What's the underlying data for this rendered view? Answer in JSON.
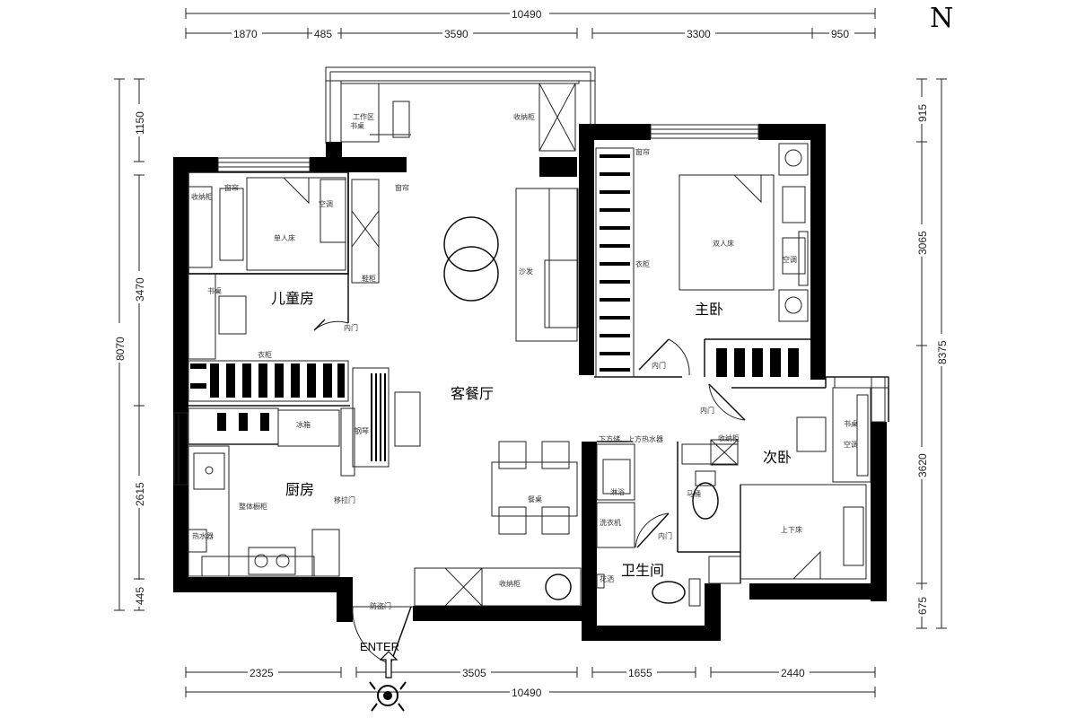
{
  "north": "N",
  "dimensions": {
    "top_total": "10490",
    "top_segments": [
      "1870",
      "485",
      "3590",
      "3300",
      "950"
    ],
    "bottom_total": "10490",
    "bottom_segments": [
      "2325",
      "3505",
      "1655",
      "2440"
    ],
    "left_total": "8070",
    "left_segments": [
      "1150",
      "3470",
      "2615",
      "445"
    ],
    "right_total": "8375",
    "right_segments": [
      "915",
      "3065",
      "3620",
      "675"
    ]
  },
  "rooms": {
    "living_dining": "客餐厅",
    "kids_room": "儿童房",
    "master_bedroom": "主卧",
    "second_bedroom": "次卧",
    "kitchen": "厨房",
    "bathroom": "卫生间"
  },
  "labels": {
    "work_area": "工作区",
    "desk_chair": "书桌",
    "storage_cabinet": "收纳柜",
    "curtain_top_left": "窗帘",
    "curtain_kids": "窗帘",
    "curtain_master": "窗帘",
    "curtain_box": "窗帘",
    "storage_kids": "收纳柜",
    "ac_kids": "空调",
    "single_bed": "单人床",
    "shoe_cabinet": "鞋柜",
    "desk_kids": "书桌",
    "inner_door_kids": "内门",
    "wardrobe_kids": "衣柜",
    "sofa": "沙发",
    "wardrobe_master": "衣柜",
    "double_bed": "双人床",
    "ac_master": "空调",
    "inner_door_master": "内门",
    "inner_door_second": "内门",
    "inner_door_bath": "内门",
    "fridge": "冰箱",
    "piano": "钢琴",
    "cabinet_kitchen": "整体橱柜",
    "sliding_door": "移拉门",
    "water_heater": "热水器",
    "security_door": "防盗门",
    "dining_table": "餐桌",
    "wash_area": "下方储、上方热水器",
    "shower": "淋浴",
    "washing": "洗衣机",
    "storage_second": "收纳柜",
    "desk_second": "书桌",
    "ac_second": "空调",
    "bunk_bed": "上下床",
    "toilet": "马桶",
    "flower_stand": "花洒",
    "storage_entry": "收纳柜"
  },
  "entry": "ENTER"
}
